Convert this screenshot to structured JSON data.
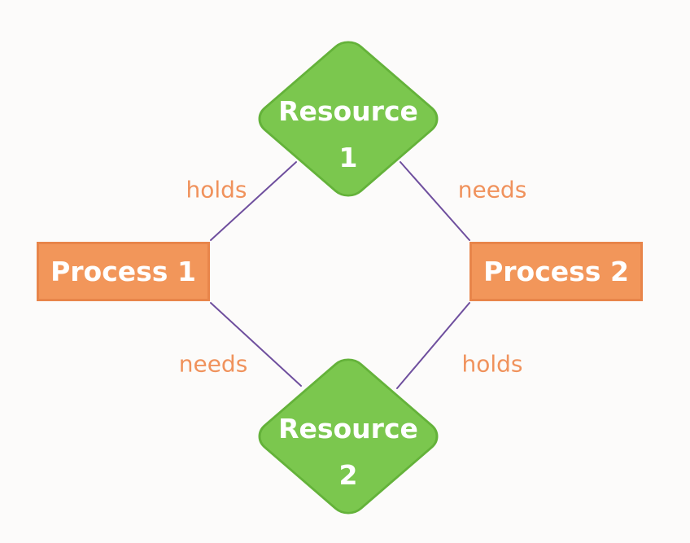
{
  "diagram": {
    "kind": "resource-allocation-deadlock-graph"
  },
  "nodes": {
    "resource1": {
      "label": "Resource 1",
      "line1": "Resource",
      "line2": "1",
      "shape": "diamond"
    },
    "resource2": {
      "label": "Resource 2",
      "line1": "Resource",
      "line2": "2",
      "shape": "diamond"
    },
    "process1": {
      "label": "Process 1",
      "shape": "rectangle"
    },
    "process2": {
      "label": "Process 2",
      "shape": "rectangle"
    }
  },
  "edges": [
    {
      "from": "Process 1",
      "to": "Resource 1",
      "label": "holds"
    },
    {
      "from": "Resource 1",
      "to": "Process 2",
      "label": "needs"
    },
    {
      "from": "Process 1",
      "to": "Resource 2",
      "label": "needs"
    },
    {
      "from": "Resource 2",
      "to": "Process 2",
      "label": "holds"
    }
  ],
  "colors": {
    "diamond_fill": "#7bc74e",
    "diamond_border": "#64b23a",
    "rect_fill": "#f2965a",
    "rect_border": "#e8854a",
    "edge_line": "#6f4f9e",
    "edge_label_text": "#f0925c",
    "node_text": "#ffffff",
    "background": "#fcfbfa"
  }
}
